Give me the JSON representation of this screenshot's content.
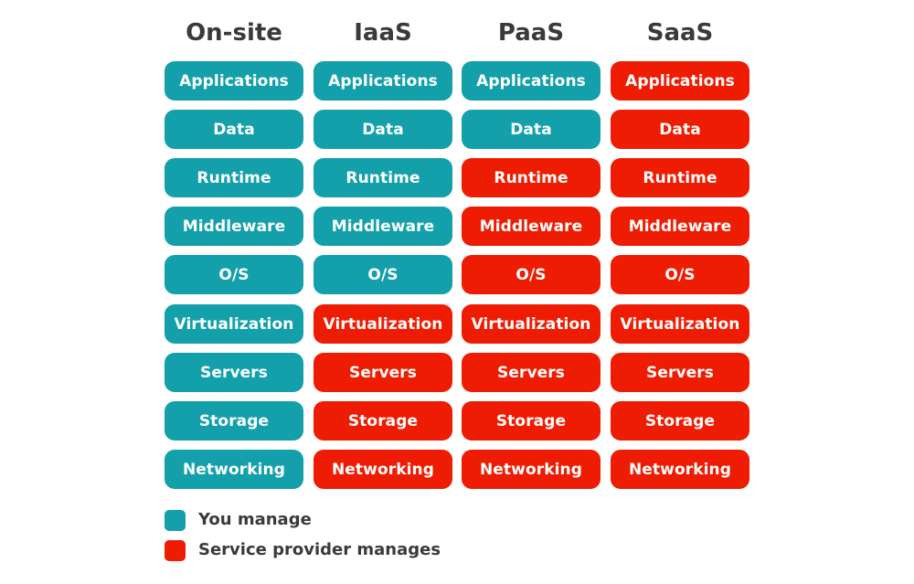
{
  "colors": {
    "you_manage": "#13a0ab",
    "provider_manages": "#ee1c02"
  },
  "columns": [
    {
      "title": "On-site",
      "cells": [
        {
          "label": "Applications",
          "managed_by": "you"
        },
        {
          "label": "Data",
          "managed_by": "you"
        },
        {
          "label": "Runtime",
          "managed_by": "you"
        },
        {
          "label": "Middleware",
          "managed_by": "you"
        },
        {
          "label": "O/S",
          "managed_by": "you"
        },
        {
          "label": "Virtualization",
          "managed_by": "you"
        },
        {
          "label": "Servers",
          "managed_by": "you"
        },
        {
          "label": "Storage",
          "managed_by": "you"
        },
        {
          "label": "Networking",
          "managed_by": "you"
        }
      ]
    },
    {
      "title": "IaaS",
      "cells": [
        {
          "label": "Applications",
          "managed_by": "you"
        },
        {
          "label": "Data",
          "managed_by": "you"
        },
        {
          "label": "Runtime",
          "managed_by": "you"
        },
        {
          "label": "Middleware",
          "managed_by": "you"
        },
        {
          "label": "O/S",
          "managed_by": "you"
        },
        {
          "label": "Virtualization",
          "managed_by": "provider"
        },
        {
          "label": "Servers",
          "managed_by": "provider"
        },
        {
          "label": "Storage",
          "managed_by": "provider"
        },
        {
          "label": "Networking",
          "managed_by": "provider"
        }
      ]
    },
    {
      "title": "PaaS",
      "cells": [
        {
          "label": "Applications",
          "managed_by": "you"
        },
        {
          "label": "Data",
          "managed_by": "you"
        },
        {
          "label": "Runtime",
          "managed_by": "provider"
        },
        {
          "label": "Middleware",
          "managed_by": "provider"
        },
        {
          "label": "O/S",
          "managed_by": "provider"
        },
        {
          "label": "Virtualization",
          "managed_by": "provider"
        },
        {
          "label": "Servers",
          "managed_by": "provider"
        },
        {
          "label": "Storage",
          "managed_by": "provider"
        },
        {
          "label": "Networking",
          "managed_by": "provider"
        }
      ]
    },
    {
      "title": "SaaS",
      "cells": [
        {
          "label": "Applications",
          "managed_by": "provider"
        },
        {
          "label": "Data",
          "managed_by": "provider"
        },
        {
          "label": "Runtime",
          "managed_by": "provider"
        },
        {
          "label": "Middleware",
          "managed_by": "provider"
        },
        {
          "label": "O/S",
          "managed_by": "provider"
        },
        {
          "label": "Virtualization",
          "managed_by": "provider"
        },
        {
          "label": "Servers",
          "managed_by": "provider"
        },
        {
          "label": "Storage",
          "managed_by": "provider"
        },
        {
          "label": "Networking",
          "managed_by": "provider"
        }
      ]
    }
  ],
  "legend": {
    "you_manage": "You manage",
    "provider_manages": "Service provider manages"
  }
}
